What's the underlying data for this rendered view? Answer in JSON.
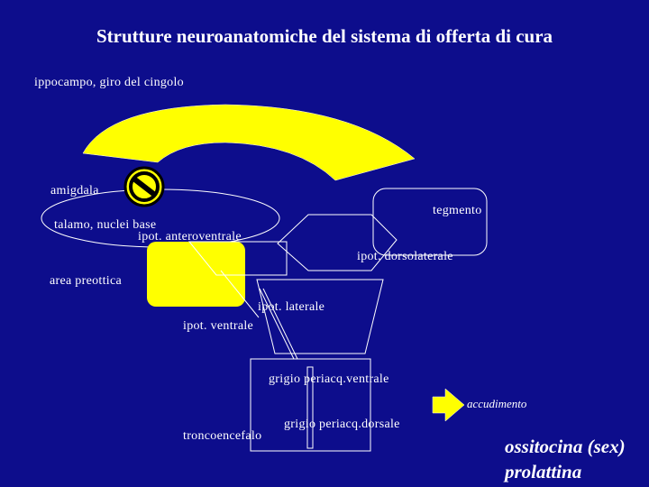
{
  "title": "Strutture neuroanatomiche del sistema di offerta di cura",
  "colors": {
    "background": "#0d0d8c",
    "highlight": "#ffff00",
    "outline": "#ffffff",
    "text": "#ffffff"
  },
  "icons": {
    "prohibition": "no-entry-icon",
    "arrow": "right-arrow-icon"
  },
  "labels": {
    "ippocampo": "ippocampo, giro del cingolo",
    "amigdala": "amigdala",
    "tegmento": "tegmento",
    "talamo": "talamo, nuclei base",
    "ipot_anteroventrale": "ipot. anteroventrale",
    "ipot_dorsolaterale": "ipot. dorsolaterale",
    "area_preottica": "area preottica",
    "ipot_laterale": "ipot. laterale",
    "ipot_ventrale": "ipot. ventrale",
    "grigio_ventrale": "grigio periacq.ventrale",
    "grigio_dorsale": "grigio periacq.dorsale",
    "troncoencefalo": "troncoencefalo",
    "accudimento": "accudimento"
  },
  "hormones": {
    "line1": "ossitocina (sex)",
    "line2": "prolattina"
  }
}
